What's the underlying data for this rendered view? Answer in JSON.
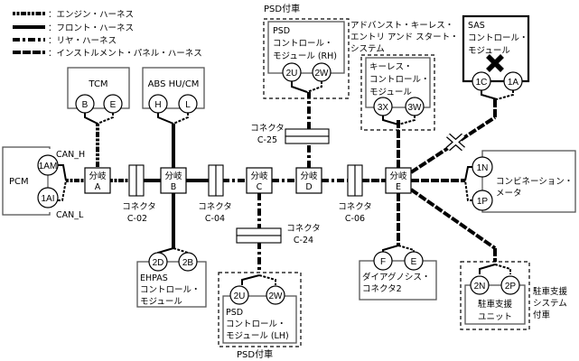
{
  "legend": [
    {
      "style": "engine",
      "label": "：エンジン・ハーネス"
    },
    {
      "style": "front",
      "label": "：フロント・ハーネス"
    },
    {
      "style": "rear",
      "label": "：リヤ・ハーネス"
    },
    {
      "style": "instrument",
      "label": "：インストルメント・パネル・ハーネス"
    }
  ],
  "modules": {
    "tcm": {
      "label": "TCM",
      "pins": [
        "B",
        "E"
      ]
    },
    "abs": {
      "label": "ABS HU/CM",
      "pins": [
        "H",
        "L"
      ]
    },
    "pcm": {
      "label": "PCM",
      "pins": [
        "1AM",
        "1AI"
      ],
      "can_h": "CAN_H",
      "can_l": "CAN_L"
    },
    "psd_rh": {
      "lines": [
        "PSD",
        "コントロール・",
        "モジュール (RH)"
      ],
      "pins": [
        "2U",
        "2W"
      ],
      "group_label": "PSD付車"
    },
    "aks_label": [
      "アドバンスト・キーレス・",
      "エントリ アンド スタート・",
      "システム"
    ],
    "keyless": {
      "lines": [
        "キーレス・",
        "コントロール・",
        "モジュール"
      ],
      "pins": [
        "3X",
        "3W"
      ]
    },
    "sas": {
      "lines": [
        "SAS",
        "コントロール・",
        "モジュール"
      ],
      "pins": [
        "1C",
        "1A"
      ],
      "status": "disconnected-x"
    },
    "meter": {
      "lines": [
        "コンビネーション・",
        "メータ"
      ],
      "pins": [
        "1N",
        "1P"
      ]
    },
    "ehpas": {
      "lines": [
        "EHPAS",
        "コントロール・",
        "モジュール"
      ],
      "pins": [
        "2D",
        "2B"
      ]
    },
    "psd_lh": {
      "lines": [
        "PSD",
        "コントロール・",
        "モジュール (LH)"
      ],
      "pins": [
        "2U",
        "2W"
      ],
      "group_label": "PSD付車"
    },
    "dlc": {
      "lines": [
        "ダイアグノシス・",
        "コネクタ2"
      ],
      "pins": [
        "F",
        "E"
      ]
    },
    "parking": {
      "lines": [
        "駐車支援",
        "ユニット"
      ],
      "pins": [
        "2N",
        "2P"
      ],
      "group_label": [
        "駐車支援",
        "システム",
        "付車"
      ]
    }
  },
  "branches": [
    {
      "id": "A",
      "title": "分岐",
      "letter": "A"
    },
    {
      "id": "B",
      "title": "分岐",
      "letter": "B"
    },
    {
      "id": "C",
      "title": "分岐",
      "letter": "C"
    },
    {
      "id": "D",
      "title": "分岐",
      "letter": "D"
    },
    {
      "id": "E",
      "title": "分岐",
      "letter": "E"
    }
  ],
  "connectors": [
    {
      "id": "C-02",
      "title": "コネクタ",
      "code": "C-02"
    },
    {
      "id": "C-04",
      "title": "コネクタ",
      "code": "C-04"
    },
    {
      "id": "C-06",
      "title": "コネクタ",
      "code": "C-06"
    },
    {
      "id": "C-25",
      "title": "コネクタ",
      "code": "C-25"
    },
    {
      "id": "C-24",
      "title": "コネクタ",
      "code": "C-24"
    }
  ]
}
